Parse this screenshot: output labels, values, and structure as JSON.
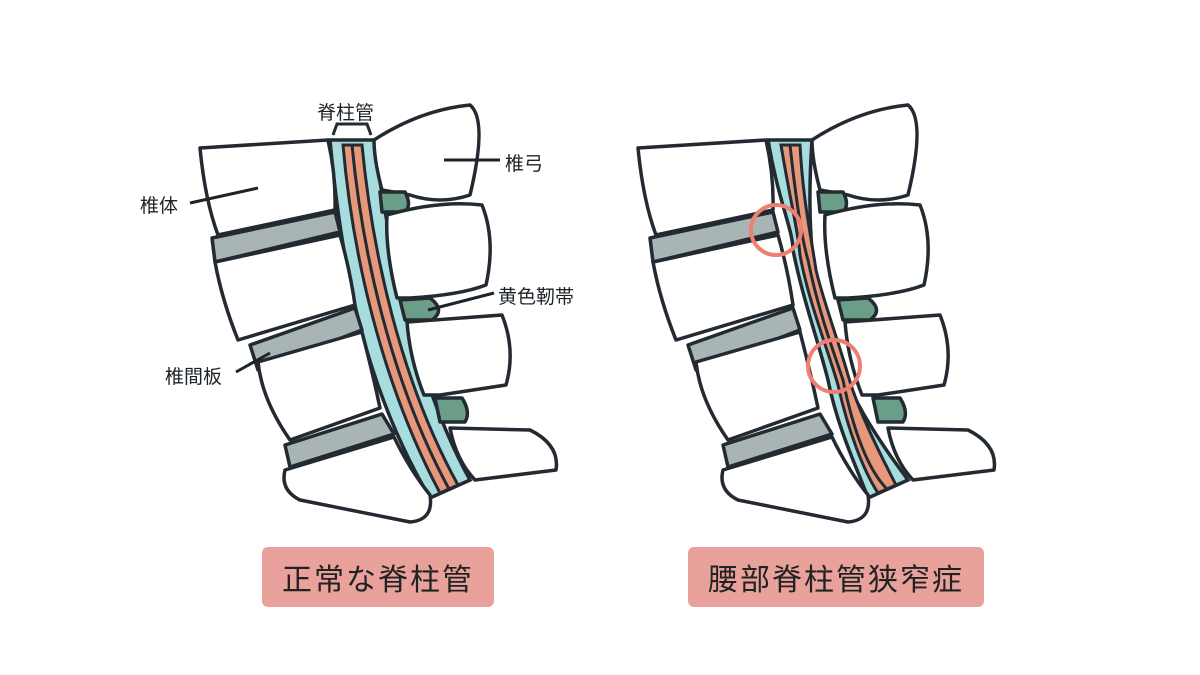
{
  "labels": {
    "canal": "脊柱管",
    "arch": "椎弓",
    "body": "椎体",
    "ligament": "黄色靭帯",
    "disc": "椎間板"
  },
  "captions": {
    "normal": "正常な脊柱管",
    "stenosis": "腰部脊柱管狭窄症"
  },
  "colors": {
    "outline": "#232a31",
    "canal": "#a8dde0",
    "cord": "#e8987a",
    "disc": "#a9b4b4",
    "ligament": "#6b9e89",
    "highlight": "#ef7f72",
    "caption_bg": "#e8a29b"
  }
}
